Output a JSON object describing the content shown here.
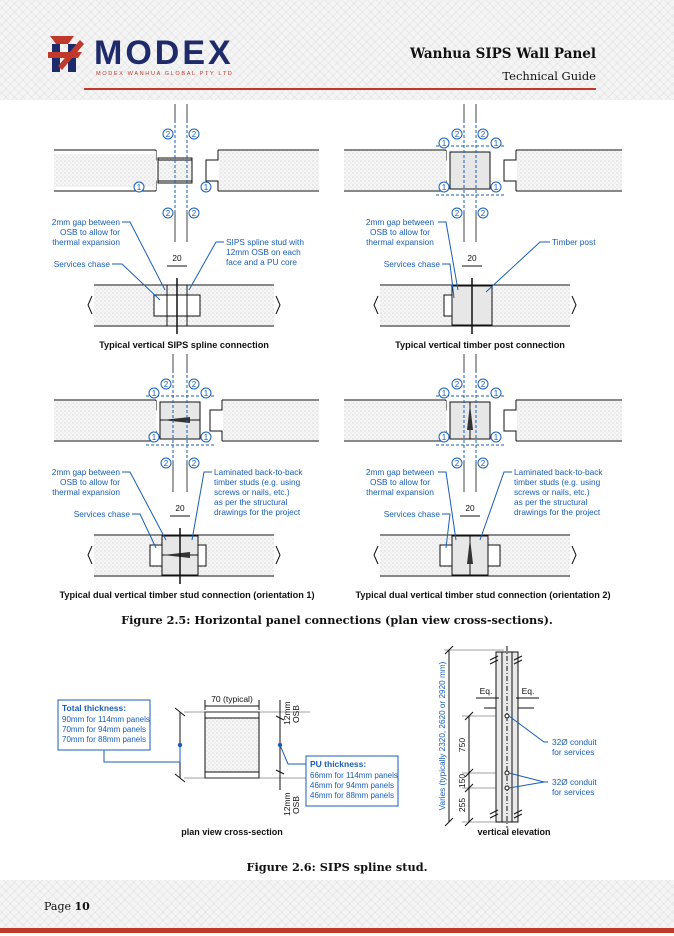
{
  "header": {
    "logo_text": "MODEX",
    "logo_tagline": "MODEX WANHUA GLOBAL PTY LTD",
    "title": "Wanhua SIPS Wall Panel",
    "subtitle": "Technical Guide"
  },
  "colors": {
    "brand_red": "#c0392b",
    "brand_navy": "#1f2a6b",
    "leader_blue": "#1a5fb4"
  },
  "figure_2_5": {
    "caption": "Figure 2.5: Horizontal panel connections (plan view cross-sections).",
    "marker_1": "1",
    "marker_2": "2",
    "dim_20": "20",
    "gap_note": [
      "2mm gap between",
      "OSB to allow for",
      "thermal expansion"
    ],
    "services_chase": "Services chase",
    "spline_note": [
      "SIPS spline stud with",
      "12mm OSB on each",
      "face and a PU core"
    ],
    "timber_post": "Timber post",
    "laminated_note": [
      "Laminated back-to-back",
      "timber studs (e.g. using",
      "screws or nails, etc.)",
      "as per the structural",
      "drawings for the project"
    ],
    "titles": {
      "spline": "Typical vertical SIPS spline connection",
      "timber_post": "Typical vertical timber post connection",
      "dual_1": "Typical dual vertical timber stud connection (orientation 1)",
      "dual_2": "Typical dual vertical timber stud connection (orientation 2)"
    }
  },
  "figure_2_6": {
    "caption": "Figure 2.6: SIPS spline stud.",
    "total_thickness": {
      "title": "Total thickness:",
      "lines": [
        "90mm for 114mm panels",
        "70mm for 94mm panels",
        "70mm for 88mm panels"
      ]
    },
    "typical_70": "70 (typical)",
    "osb_12": [
      "12mm",
      "OSB"
    ],
    "pu_thickness": {
      "title": "PU thickness:",
      "lines": [
        "66mm for 114mm panels",
        "46mm for 94mm panels",
        "46mm for 88mm panels"
      ]
    },
    "plan_label": "plan view cross-section",
    "elevation": {
      "varies": "Varies (typically 2320, 2620 or 2920 mm)",
      "eq": "Eq.",
      "dim_750": "750",
      "dim_150": "150",
      "dim_255": "255",
      "conduit": [
        "32Ø conduit",
        "for services"
      ],
      "label": "vertical elevation"
    }
  },
  "footer": {
    "page_label": "Page",
    "page_number": "10"
  }
}
